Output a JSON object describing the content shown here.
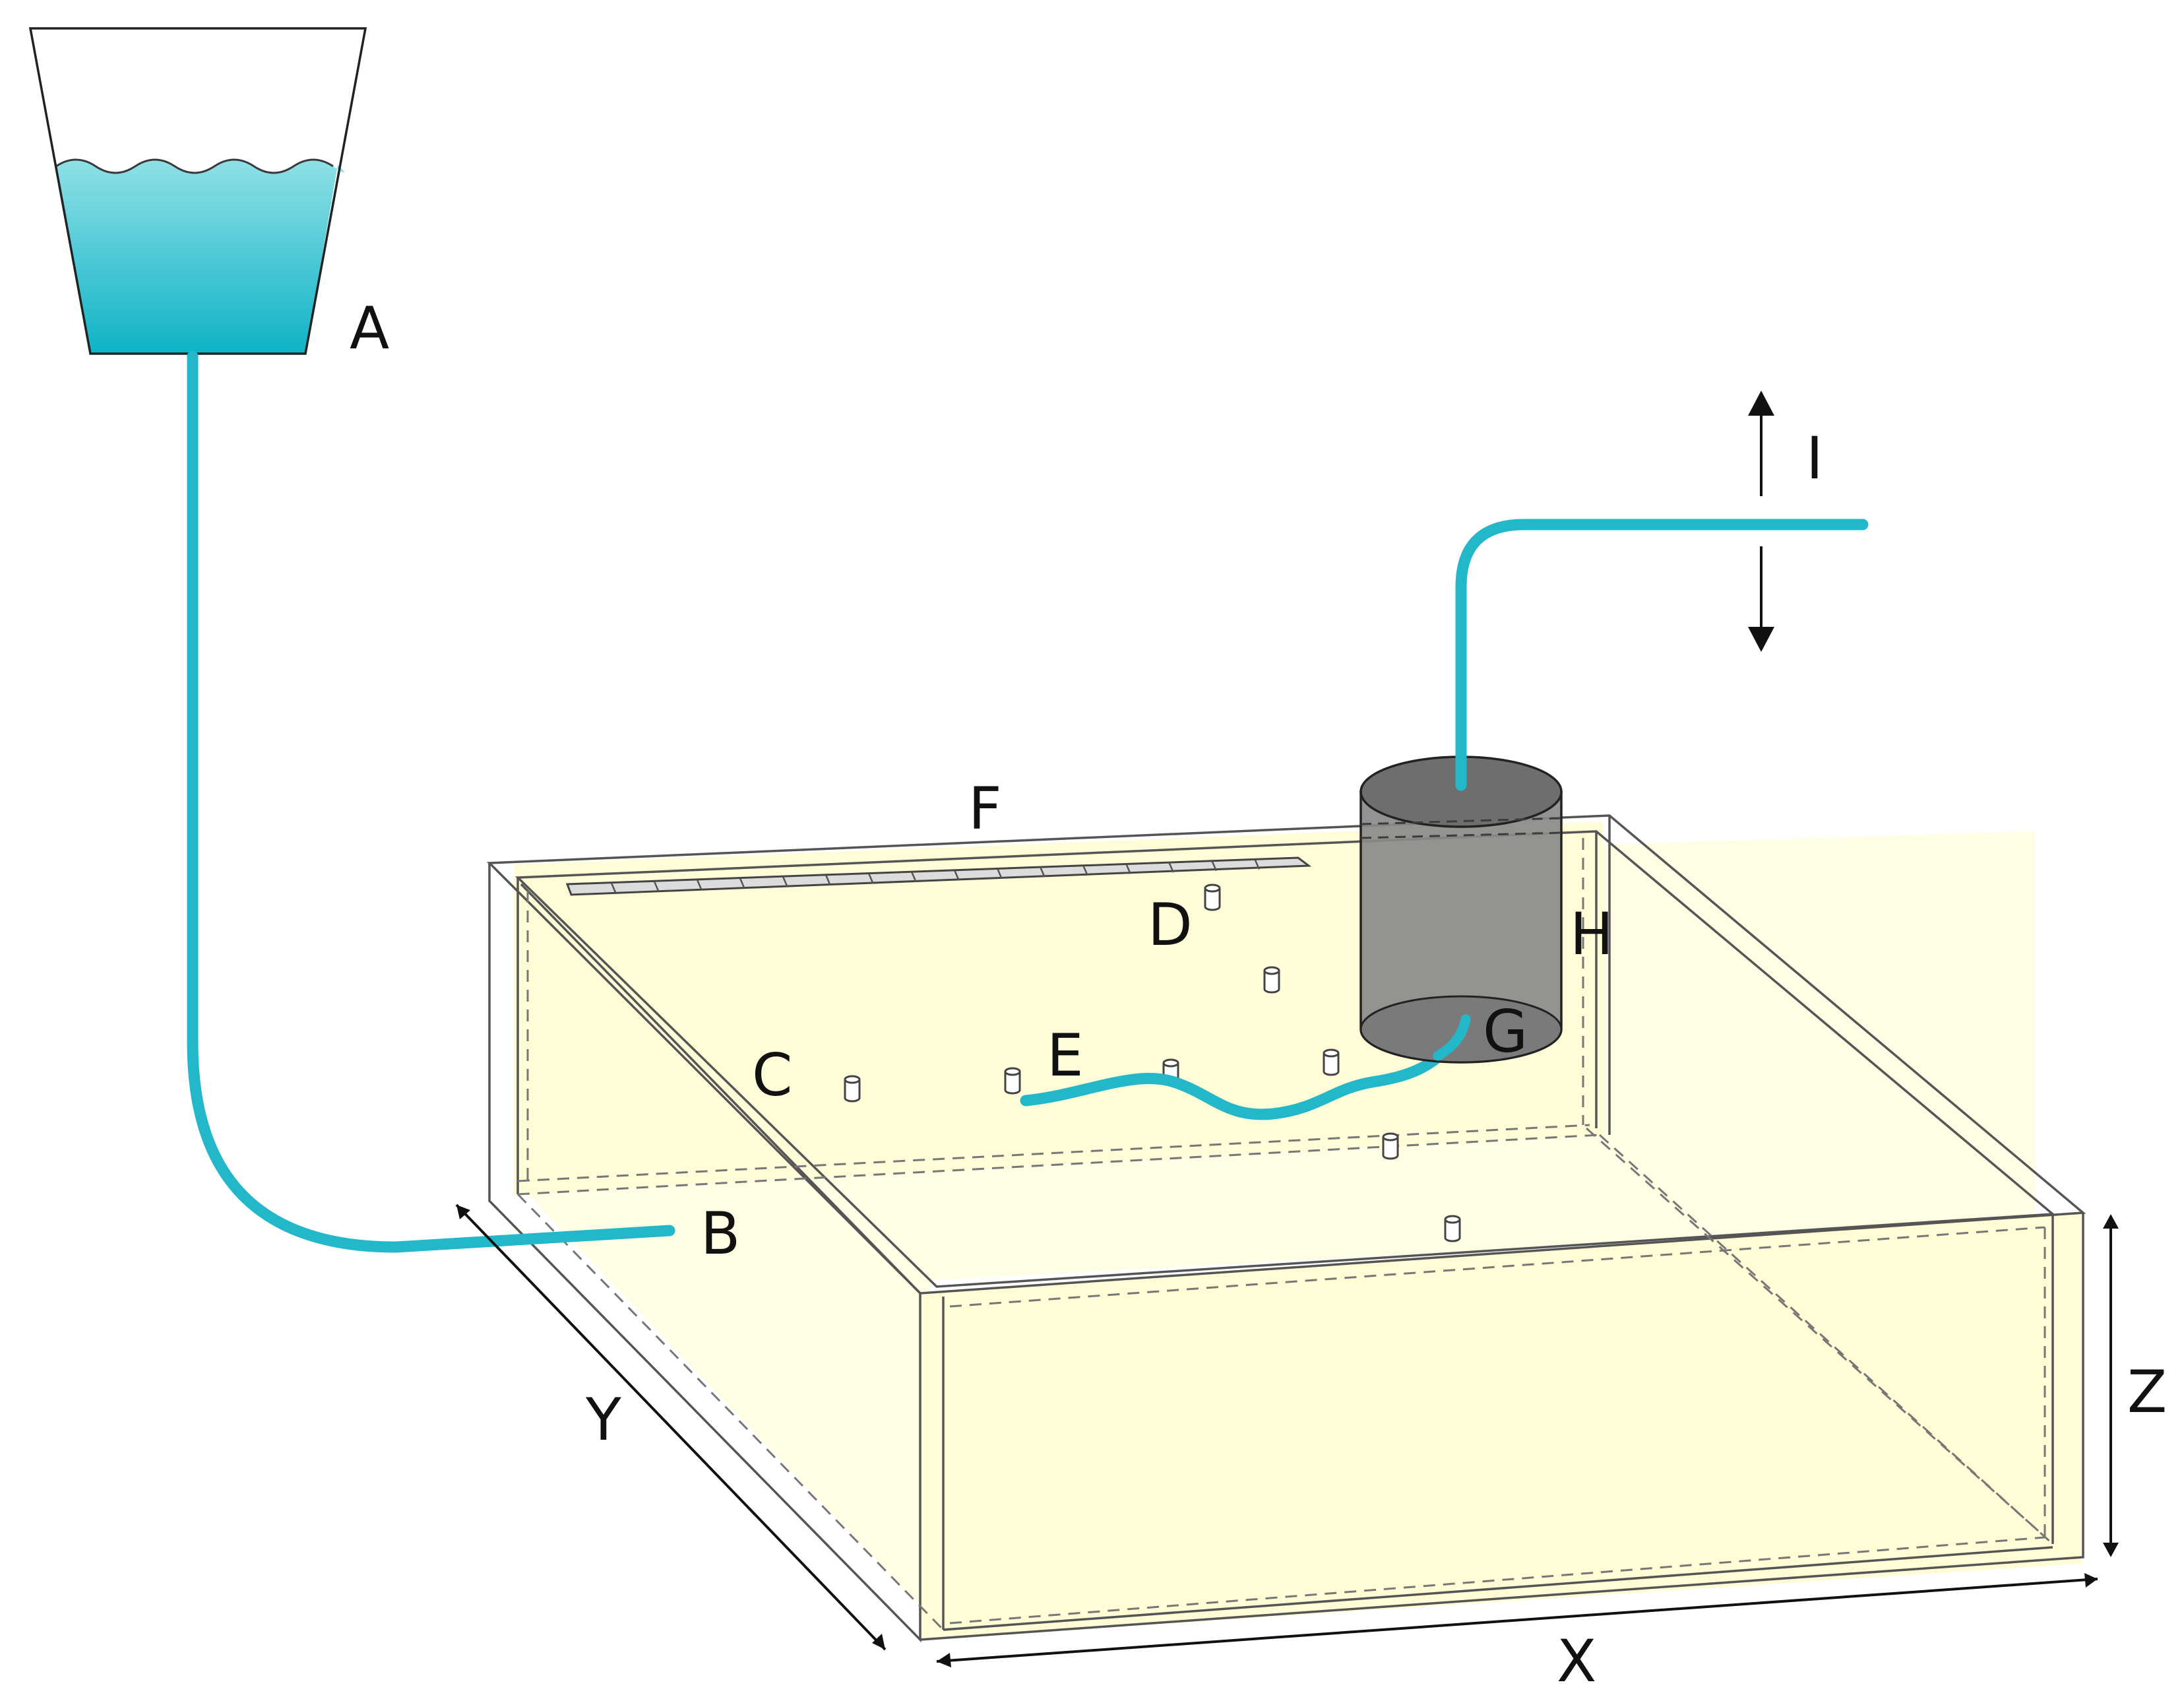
{
  "labels": {
    "A": "A",
    "B": "B",
    "C": "C",
    "D": "D",
    "E": "E",
    "F": "F",
    "G": "G",
    "H": "H",
    "I": "I",
    "X": "X",
    "Y": "Y",
    "Z": "Z"
  },
  "colors": {
    "water": "#23B8C9",
    "water_light": "#8FE0E6",
    "tank_fill": "#FFFDE3",
    "cylinder": "#8A8A8A",
    "cylinder_top": "#6E6E6E"
  }
}
